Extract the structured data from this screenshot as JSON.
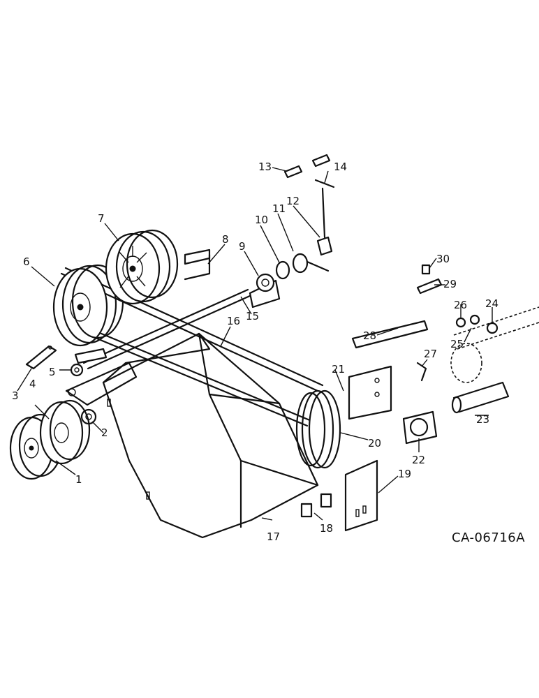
{
  "drawing": {
    "reference_code": "CA-06716A",
    "callouts": [
      "1",
      "2",
      "3",
      "4",
      "5",
      "6",
      "7",
      "8",
      "9",
      "10",
      "11",
      "12",
      "13",
      "14",
      "15",
      "16",
      "17",
      "18",
      "19",
      "20",
      "21",
      "22",
      "23",
      "24",
      "25",
      "26",
      "27",
      "28",
      "29",
      "30"
    ]
  }
}
